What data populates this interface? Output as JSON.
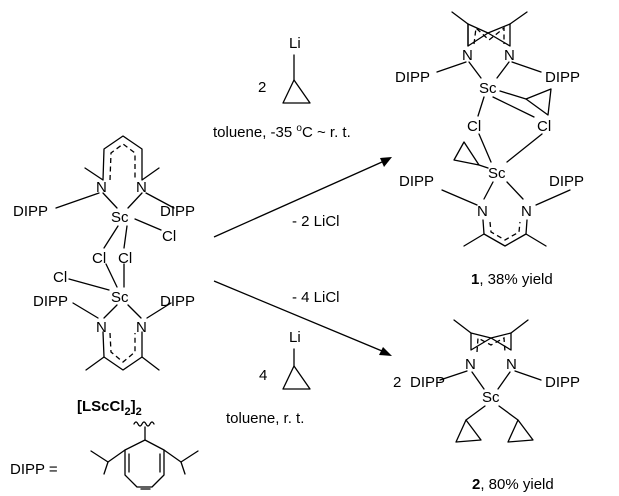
{
  "reactant": {
    "name_main": "[LScCl",
    "name_sub1": "2",
    "name_close": "]",
    "name_sub2": "2",
    "dipp_def_label": "DIPP ="
  },
  "atoms": {
    "N": "N",
    "Sc": "Sc",
    "Cl": "Cl",
    "DIPP": "DIPP",
    "Li": "Li"
  },
  "reaction_top": {
    "equiv": "2",
    "conditions_prefix": "toluene, -35 ",
    "deg_sup": "o",
    "conditions_suffix": "C ~ r. t.",
    "byproduct": "- 2 LiCl"
  },
  "reaction_bottom": {
    "equiv": "4",
    "conditions": "toluene, r. t.",
    "byproduct": "- 4 LiCl"
  },
  "product1": {
    "number": "1",
    "yield_text": ", 38% yield"
  },
  "product2": {
    "coefficient": "2",
    "number": "2",
    "yield_text": ", 80% yield"
  }
}
